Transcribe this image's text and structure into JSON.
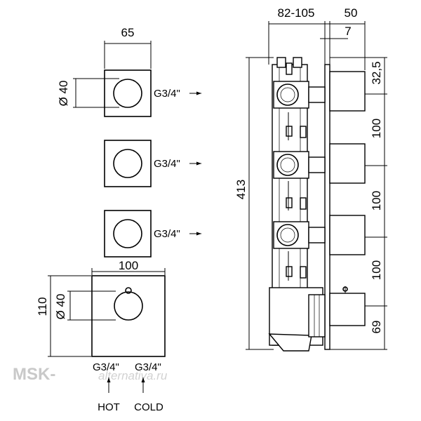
{
  "watermark": {
    "brand": "MSK-",
    "domain": "alternativa.ru"
  },
  "front_view": {
    "width_dim": "65",
    "diameter_dim": "Ø 40",
    "outlets": [
      "G3/4\"",
      "G3/4\"",
      "G3/4\""
    ],
    "thermostat": {
      "width_dim": "100",
      "height_dim": "110",
      "diameter_dim": "Ø 40",
      "inlets": [
        {
          "thread": "G3/4\"",
          "label": "HOT"
        },
        {
          "thread": "G3/4\"",
          "label": "COLD"
        }
      ]
    }
  },
  "side_view": {
    "top_dims": [
      "82-105",
      "50",
      "7"
    ],
    "total_height": "413",
    "spacings": [
      "32,5",
      "100",
      "100",
      "100",
      "69"
    ]
  }
}
